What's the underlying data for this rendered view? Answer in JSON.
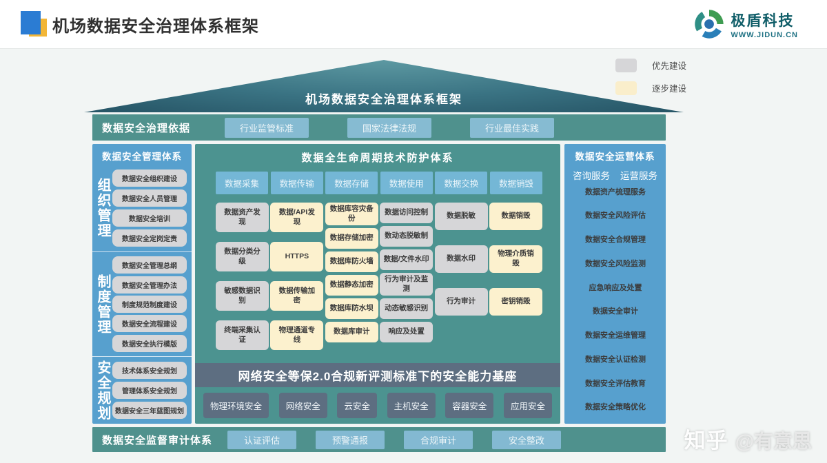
{
  "header": {
    "title": "机场数据安全治理体系框架",
    "brand": "极盾科技",
    "brand_url": "WWW.JIDUN.CN"
  },
  "legend": {
    "items": [
      {
        "label": "优先建设",
        "tone": "gray"
      },
      {
        "label": "逐步建设",
        "tone": "yellow"
      }
    ]
  },
  "roof": {
    "title": "机场数据安全治理体系框架"
  },
  "top_band": {
    "label": "数据安全治理依据",
    "buttons": [
      "行业监管标准",
      "国家法律法规",
      "行业最佳实践"
    ]
  },
  "left_panel": {
    "title": "数据安全管理体系",
    "sections": [
      {
        "name": "组织管理",
        "items": [
          "数据安全组织建设",
          "数据安全人员管理",
          "数据安全培训",
          "数据安全定岗定责"
        ]
      },
      {
        "name": "制度管理",
        "items": [
          "数据安全管理总纲",
          "数据安全管理办法",
          "制度规范制度建设",
          "数据安全流程建设",
          "数据安全执行模版"
        ]
      },
      {
        "name": "安全规划",
        "items": [
          "技术体系安全规划",
          "管理体系安全规划",
          "数据安全三年蓝图规划"
        ]
      }
    ]
  },
  "middle_panel": {
    "title": "数据全生命周期技术防护体系",
    "columns": [
      {
        "header": "数据采集",
        "items": [
          {
            "label": "数据资产发现",
            "tone": "gray"
          },
          {
            "label": "数据分类分级",
            "tone": "gray"
          },
          {
            "label": "敏感数据识别",
            "tone": "gray"
          },
          {
            "label": "终端采集认证",
            "tone": "gray"
          }
        ]
      },
      {
        "header": "数据传输",
        "items": [
          {
            "label": "数据/API发现",
            "tone": "yellow"
          },
          {
            "label": "HTTPS",
            "tone": "yellow"
          },
          {
            "label": "数据传输加密",
            "tone": "yellow"
          },
          {
            "label": "物理通道专线",
            "tone": "yellow"
          }
        ]
      },
      {
        "header": "数据存储",
        "items": [
          {
            "label": "数据库容灾备份",
            "tone": "yellow"
          },
          {
            "label": "数据存储加密",
            "tone": "yellow"
          },
          {
            "label": "数据库防火墙",
            "tone": "yellow"
          },
          {
            "label": "数据静态加密",
            "tone": "yellow"
          },
          {
            "label": "数据库防水坝",
            "tone": "yellow"
          },
          {
            "label": "数据库审计",
            "tone": "yellow"
          }
        ]
      },
      {
        "header": "数据使用",
        "items": [
          {
            "label": "数据访问控制",
            "tone": "gray"
          },
          {
            "label": "数动态脱敏制",
            "tone": "gray"
          },
          {
            "label": "数据/文件水印",
            "tone": "gray"
          },
          {
            "label": "行为审计及监测",
            "tone": "gray"
          },
          {
            "label": "动态敏感识别",
            "tone": "gray"
          },
          {
            "label": "响应及处置",
            "tone": "gray"
          }
        ]
      },
      {
        "header": "数据交换",
        "items": [
          {
            "label": "数据脱敏",
            "tone": "gray"
          },
          {
            "label": "数据水印",
            "tone": "gray"
          },
          {
            "label": "行为审计",
            "tone": "gray"
          }
        ]
      },
      {
        "header": "数据销毁",
        "items": [
          {
            "label": "数据销毁",
            "tone": "yellow"
          },
          {
            "label": "物理介质销毁",
            "tone": "yellow"
          },
          {
            "label": "密钥销毁",
            "tone": "yellow"
          }
        ]
      }
    ],
    "base": {
      "title": "网络安全等保2.0合规新评测标准下的安全能力基座",
      "buttons": [
        "物理环境安全",
        "网络安全",
        "云安全",
        "主机安全",
        "容器安全",
        "应用安全"
      ]
    }
  },
  "right_panel": {
    "title": "数据安全运营体系",
    "services": [
      "咨询服务",
      "运营服务"
    ],
    "items": [
      {
        "label": "数据资产梳理服务",
        "tone": "gray"
      },
      {
        "label": "数据安全风险评估",
        "tone": "gray"
      },
      {
        "label": "数据安全合规管理",
        "tone": "gray"
      },
      {
        "label": "数据安全风险监测",
        "tone": "gray"
      },
      {
        "label": "应急响应及处置",
        "tone": "gray"
      },
      {
        "label": "数据安全审计",
        "tone": "gray"
      },
      {
        "label": "数据安全运维管理",
        "tone": "yellow"
      },
      {
        "label": "数据安全认证检测",
        "tone": "yellow"
      },
      {
        "label": "数据安全评估教育",
        "tone": "yellow"
      },
      {
        "label": "数据安全策略优化",
        "tone": "yellow"
      }
    ]
  },
  "bottom_band": {
    "label": "数据安全监督审计体系",
    "buttons": [
      "认证评估",
      "预警通报",
      "合规审计",
      "安全整改"
    ]
  },
  "watermark": {
    "brand": "知乎",
    "author": "@有意思"
  },
  "colors": {
    "priority_gray": "#d6d6d8",
    "gradual_yellow": "#fbf0cd",
    "band_teal": "#4f918d",
    "panel_blue": "#57a0ce",
    "mid_teal": "#4c9390",
    "base_slate": "#5d6e81",
    "chip_blue": "#86bbd2",
    "brand_blue": "#2b7cd3",
    "brand_yellow": "#f2b637"
  }
}
